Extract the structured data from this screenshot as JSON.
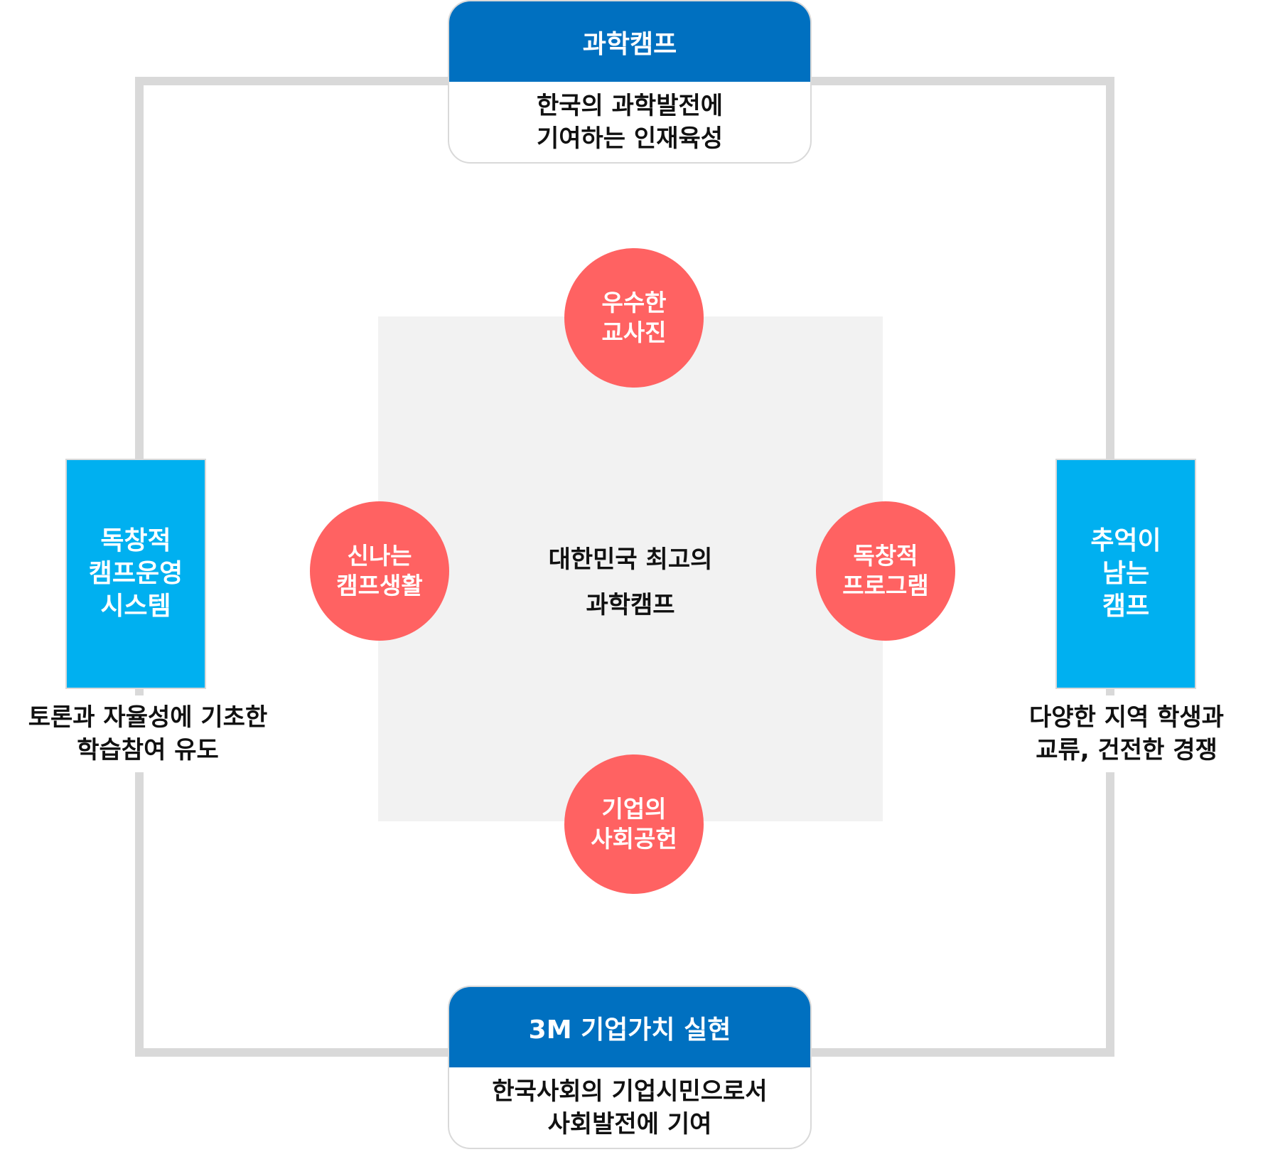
{
  "center": {
    "line1": "대한민국 최고의",
    "line2": "과학캠프"
  },
  "circles": {
    "top": {
      "line1": "우수한",
      "line2": "교사진"
    },
    "left": {
      "line1": "신나는",
      "line2": "캠프생활"
    },
    "right": {
      "line1": "독창적",
      "line2": "프로그램"
    },
    "bottom": {
      "line1": "기업의",
      "line2": "사회공헌"
    }
  },
  "top_card": {
    "title": "과학캠프",
    "line1": "한국의 과학발전에",
    "line2": "기여하는 인재육성"
  },
  "bottom_card": {
    "title": "3M 기업가치 실현",
    "line1": "한국사회의 기업시민으로서",
    "line2": "사회발전에 기여"
  },
  "left_box": {
    "line1": "독창적",
    "line2": "캠프운영",
    "line3": "시스템",
    "caption1": "토론과 자율성에 기초한",
    "caption2": "학습참여 유도"
  },
  "right_box": {
    "line1": "추억이",
    "line2": "남는",
    "line3": "캠프",
    "caption1": "다양한 지역 학생과",
    "caption2": "교류, 건전한 경쟁"
  },
  "colors": {
    "frame": "#d9d9d9",
    "center_fill": "#f2f2f2",
    "circle": "#ff6262",
    "card_header": "#0070c0",
    "side_box": "#00b0f0"
  }
}
